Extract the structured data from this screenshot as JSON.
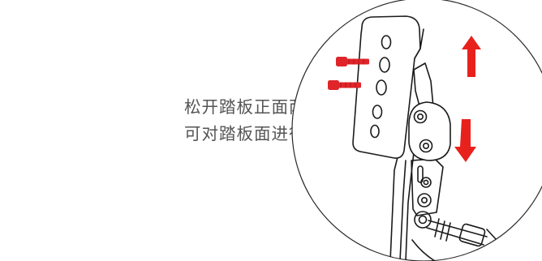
{
  "instructions": {
    "line1": "松开踏板正面两颗螺丝",
    "line2": "可对踏板面进行高低调节"
  },
  "illustration": {
    "icons": [
      "pedal-assembly",
      "screw-icon",
      "arrow-up-icon",
      "arrow-down-icon"
    ],
    "colors": {
      "outline": "#1a1a1a",
      "screw_red": "#e0252a",
      "arrow_red": "#e8211d",
      "background": "#ffffff"
    }
  }
}
